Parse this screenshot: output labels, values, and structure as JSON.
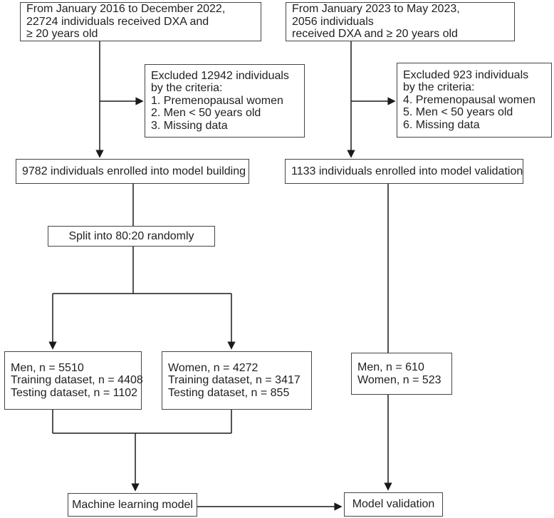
{
  "colors": {
    "background": "#ffffff",
    "box_border": "#454545",
    "text": "#1f1f1f",
    "line": "#1a1a1a"
  },
  "boxes": {
    "top_left": {
      "lines": [
        "From January 2016 to December 2022,",
        "22724 individuals received DXA and",
        "≥ 20 years old"
      ]
    },
    "top_right": {
      "lines": [
        "From January 2023 to May 2023,",
        "2056 individuals",
        "received DXA and ≥ 20 years old"
      ]
    },
    "excluded_left": {
      "lines": [
        "Excluded 12942 individuals",
        "by the criteria:",
        "1. Premenopausal women",
        "2. Men < 50 years old",
        "3. Missing data"
      ]
    },
    "excluded_right": {
      "lines": [
        "Excluded 923 individuals",
        "by the criteria:",
        "4. Premenopausal women",
        "5. Men < 50 years old",
        "6. Missing data"
      ]
    },
    "enrolled_building": {
      "lines": [
        "9782 individuals enrolled into model building"
      ]
    },
    "enrolled_validation": {
      "lines": [
        "1133 individuals enrolled into model validation"
      ]
    },
    "split": {
      "lines": [
        "Split into 80:20 randomly"
      ]
    },
    "men": {
      "lines": [
        "Men, n = 5510",
        "Training dataset, n = 4408",
        "Testing dataset, n = 1102"
      ]
    },
    "women": {
      "lines": [
        "Women, n = 4272",
        "Training dataset, n = 3417",
        "Testing dataset, n = 855"
      ]
    },
    "validation_cohort": {
      "lines": [
        "Men, n = 610",
        "Women, n = 523"
      ]
    },
    "ml_model": {
      "lines": [
        "Machine learning model"
      ]
    },
    "model_validation": {
      "lines": [
        "Model validation"
      ]
    }
  }
}
